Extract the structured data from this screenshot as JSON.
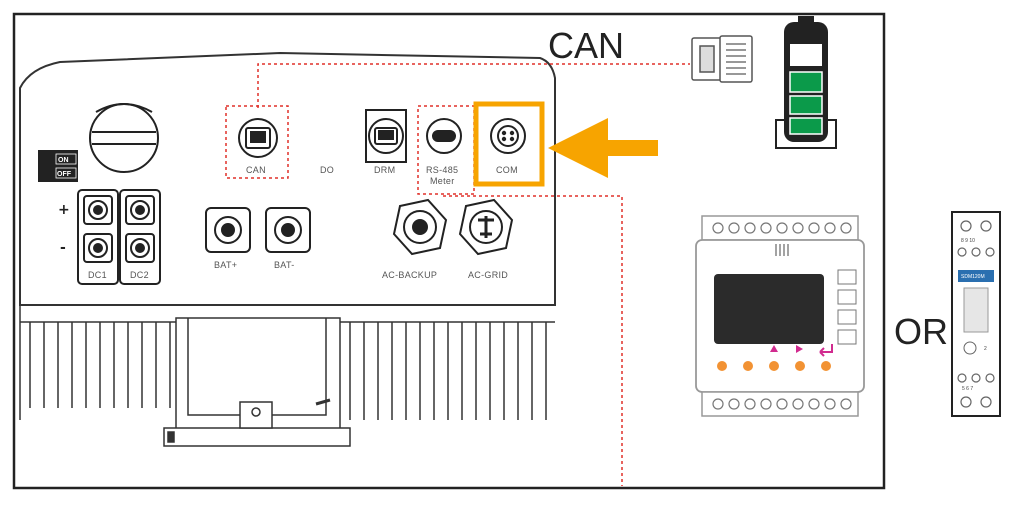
{
  "labels": {
    "can_top": "CAN",
    "or": "OR",
    "switch_on": "ON",
    "switch_off": "OFF",
    "plus": "+",
    "minus": "-",
    "dc1": "DC1",
    "dc2": "DC2",
    "can_port": "CAN",
    "do_port": "DO",
    "drm_port": "DRM",
    "rs485_line1": "RS-485",
    "rs485_line2": "Meter",
    "com_port": "COM",
    "bat_plus": "BAT+",
    "bat_minus": "BAT-",
    "ac_backup": "AC-BACKUP",
    "ac_grid": "AC-GRID",
    "small_meter_model": "SDM120M",
    "small_meter_top": "8 9 10",
    "small_meter_bottom": "5 6 7"
  },
  "colors": {
    "highlight": "#f7a400",
    "dotted_line": "#e0302a",
    "battery_green": "#0b9a4a",
    "meter_button": "#f29233",
    "meter_arrow": "#d12b8f",
    "small_meter_band": "#2a6fb0"
  }
}
